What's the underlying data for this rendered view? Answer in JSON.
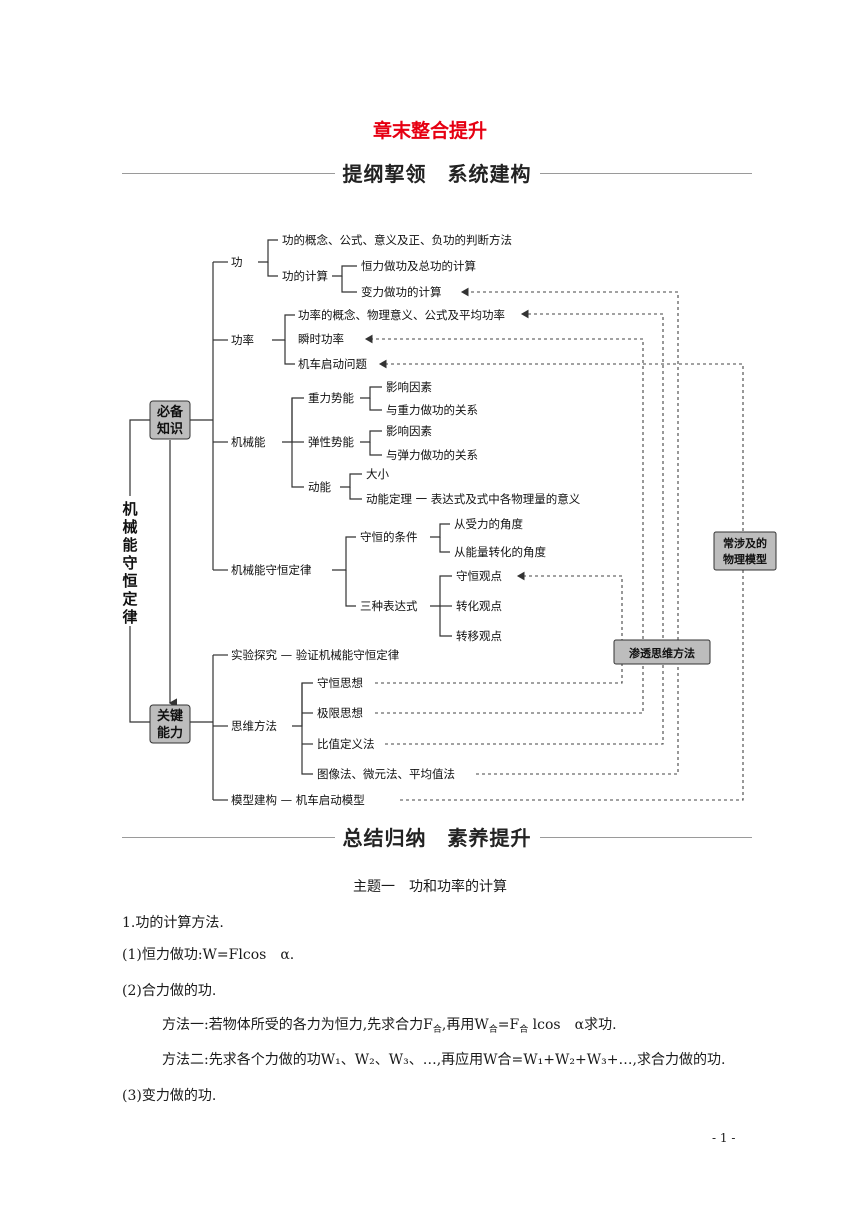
{
  "title": "章末整合提升",
  "section1_band": "提纲挈领　系统建构",
  "section2_band": "总结归纳　素养提升",
  "diagram": {
    "root_label": "机械能守恒定律",
    "box_knowledge": [
      "必备",
      "知识"
    ],
    "box_ability": [
      "关键",
      "能力"
    ],
    "box_models": [
      "常涉及的",
      "物理模型"
    ],
    "box_methods": "渗透思维方法",
    "work": {
      "label": "功",
      "items": [
        "功的概念、公式、意义及正、负功的判断方法",
        "功的计算"
      ],
      "calc_items": [
        "恒力做功及总功的计算",
        "变力做功的计算"
      ]
    },
    "power": {
      "label": "功率",
      "items": [
        "功率的概念、物理意义、公式及平均功率",
        "瞬时功率",
        "机车启动问题"
      ]
    },
    "mech": {
      "label": "机械能",
      "gravity": "重力势能",
      "gravity_items": [
        "影响因素",
        "与重力做功的关系"
      ],
      "elastic": "弹性势能",
      "elastic_items": [
        "影响因素",
        "与弹力做功的关系"
      ],
      "kinetic": "动能",
      "kinetic_items": [
        "大小",
        "动能定理 一  表达式及式中各物理量的意义"
      ]
    },
    "conserv": {
      "label": "机械能守恒定律",
      "cond": "守恒的条件",
      "cond_items": [
        "从受力的角度",
        "从能量转化的角度"
      ],
      "forms": "三种表达式",
      "form_items": [
        "守恒观点",
        "转化观点",
        "转移观点"
      ]
    },
    "experiment": "实验探究 —  验证机械能守恒定律",
    "thinking": {
      "label": "思维方法",
      "items": [
        "守恒思想",
        "极限思想",
        "比值定义法",
        "图像法、微元法、平均值法"
      ]
    },
    "model": "模型建构 —  机车启动模型"
  },
  "body": {
    "topic": "主题一　功和功率的计算",
    "p1": "1.功的计算方法.",
    "p2": "(1)恒力做功:W=Flcos　α.",
    "p3": "(2)合力做的功.",
    "p4_a": "方法一:若物体所受的各力为恒力,先求合力F",
    "p4_sub1": "合",
    "p4_b": ",再用W",
    "p4_sub2": "合",
    "p4_c": "=F",
    "p4_sub3": "合",
    "p4_d": " lcos　α求功.",
    "p5": "方法二:先求各个力做的功W₁、W₂、W₃、…,再应用W合=W₁+W₂+W₃+…,求合力做的功.",
    "p6": "(3)变力做的功."
  },
  "page_number": "- 1 -"
}
